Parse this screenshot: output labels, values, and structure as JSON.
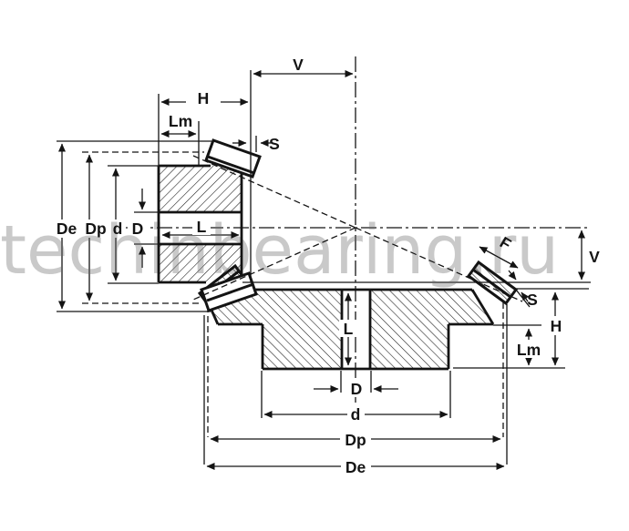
{
  "diagram": {
    "type": "technical-drawing",
    "subject": "Bevel gear pair dimension diagram",
    "watermark": "techinbearing.ru",
    "colors": {
      "line": "#141414",
      "background": "#ffffff",
      "watermark": "#c9c9c9"
    },
    "labels": {
      "v_top": "V",
      "h_top": "H",
      "lm_top": "Lm",
      "s_top": "S",
      "de_left": "De",
      "dp_left": "Dp",
      "d_left": "d",
      "d_bore_left": "D",
      "l_pinion": "L",
      "f": "F",
      "v_right": "V",
      "s_right": "S",
      "h_right": "H",
      "lm_right": "Lm",
      "l_gear": "L",
      "d_bore_bottom": "D",
      "d_bottom": "d",
      "dp_bottom": "Dp",
      "de_bottom": "De"
    }
  }
}
